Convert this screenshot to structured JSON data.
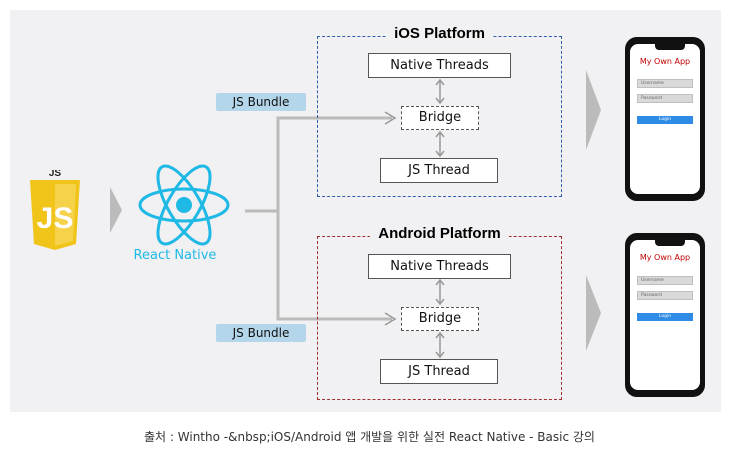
{
  "js_logo": {
    "text": "JS"
  },
  "react_native": {
    "label": "React Native"
  },
  "bundles": [
    {
      "label": "JS Bundle"
    },
    {
      "label": "JS Bundle"
    }
  ],
  "ios": {
    "title": "iOS Platform",
    "native_threads": "Native Threads",
    "bridge": "Bridge",
    "js_thread": "JS Thread",
    "border_color": "#2f5fa8"
  },
  "android": {
    "title": "Android Platform",
    "native_threads": "Native Threads",
    "bridge": "Bridge",
    "js_thread": "JS Thread",
    "border_color": "#a03030"
  },
  "phones": [
    {
      "app_title": "My Own App",
      "username": "Username",
      "password": "Password",
      "login": "Login"
    },
    {
      "app_title": "My Own App",
      "username": "Username",
      "password": "Password",
      "login": "Login"
    }
  ],
  "caption": "출처 : Wintho -&nbsp;iOS/Android 앱 개발을 위한 실전 React Native - Basic 강의",
  "colors": {
    "react_blue": "#1fb9e6",
    "js_yellow": "#f0c419",
    "arrow_gray": "#bbbbbb",
    "tag_blue": "#b4d6ea",
    "login_blue": "#2e8be6",
    "app_title_red": "#c00000"
  }
}
